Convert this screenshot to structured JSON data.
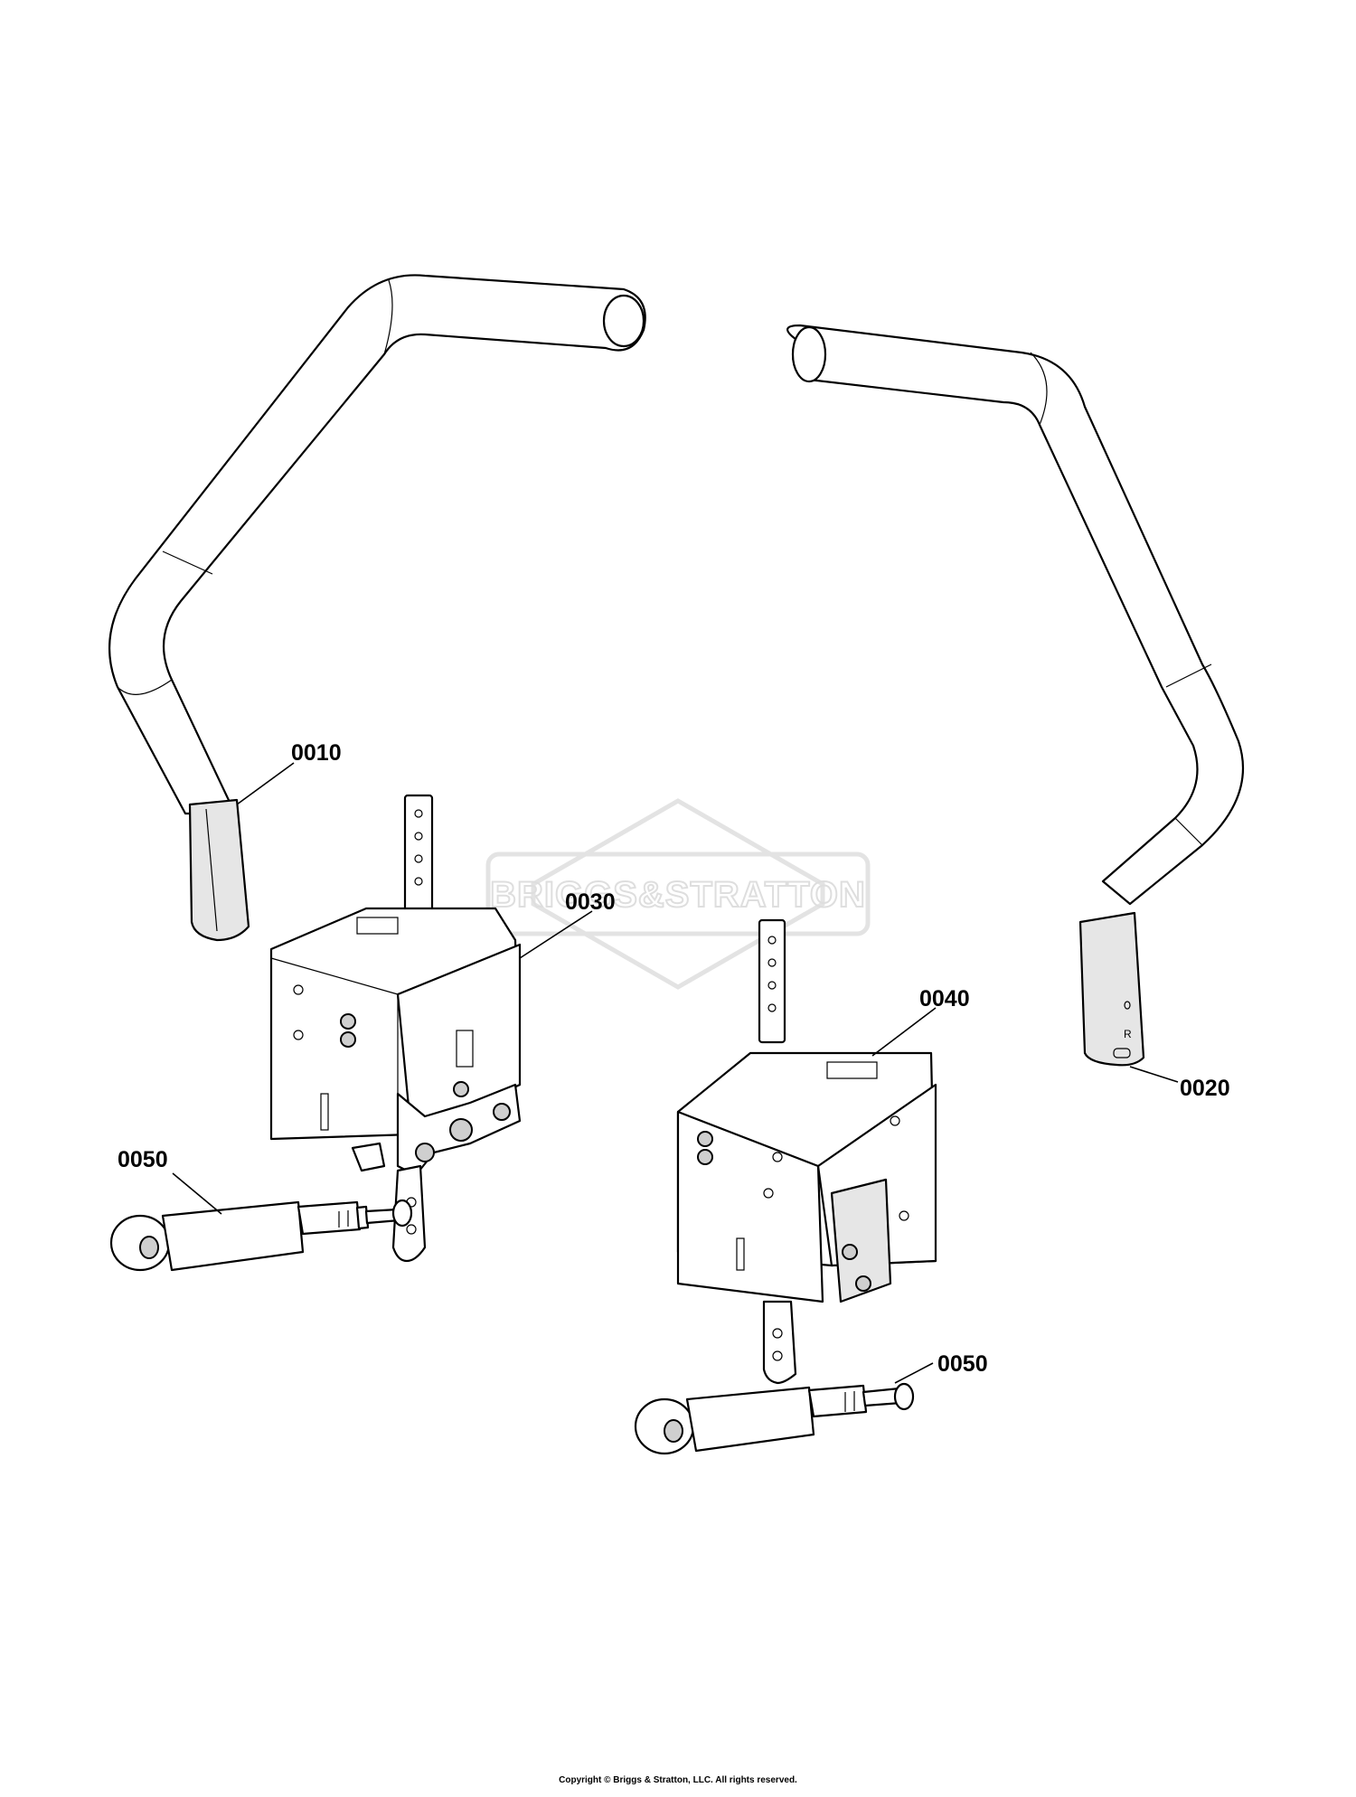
{
  "diagram": {
    "callouts": {
      "c0010": "0010",
      "c0020": "0020",
      "c0030": "0030",
      "c0040": "0040",
      "c0050_left": "0050",
      "c0050_right": "0050"
    },
    "watermark_text": "BRIGGS&STRATTON"
  },
  "footer": {
    "copyright": "Copyright © Briggs & Stratton, LLC. All rights reserved."
  }
}
